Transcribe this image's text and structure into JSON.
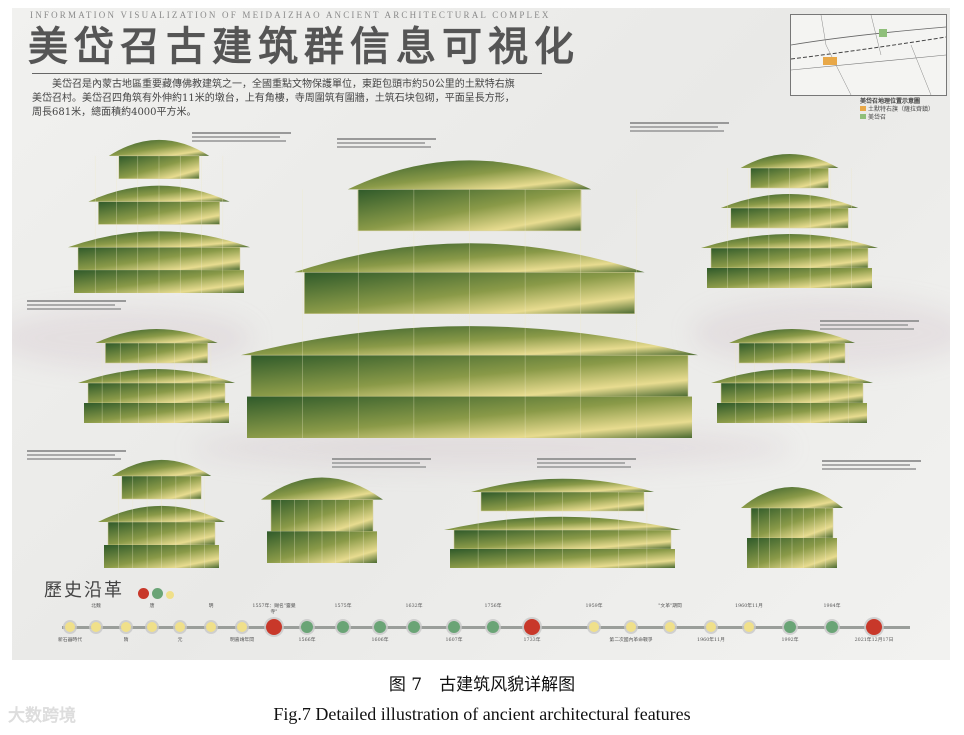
{
  "poster": {
    "subtitle": "INFORMATION VISUALIZATION OF MEIDAIZHAO ANCIENT ARCHITECTURAL COMPLEX",
    "title": "美岱召古建筑群信息可視化",
    "intro": "美岱召是內蒙古地區重要藏傳佛教建筑之一，全國重點文物保護單位，東距包頭市約50公里的土默特右旗美岱召村。美岱召四角筑有外伸約11米的墩台，上有角樓，寺周圍筑有圍牆，土筑石块包砌，平面呈長方形，周長681米，總面積約4000平方米。",
    "map": {
      "legend_title": "美岱召地理位置示意圖",
      "legend_items": [
        {
          "label": "土默特右旗（薩拉齊鎮）",
          "color": "#e8a848"
        },
        {
          "label": "美岱召",
          "color": "#8fbf7a"
        }
      ]
    },
    "colors": {
      "building_dark": "#2f5a2a",
      "building_light": "#d8c878",
      "red": "#c8382a",
      "green": "#6aa476",
      "yellow": "#f0e08a"
    }
  },
  "history": {
    "title": "歷史沿革",
    "events": [
      {
        "label": "新石器時代",
        "color": "yellow",
        "pos": "below"
      },
      {
        "label": "北魏",
        "color": "yellow",
        "pos": "above"
      },
      {
        "label": "隋",
        "color": "yellow",
        "pos": "below"
      },
      {
        "label": "唐",
        "color": "yellow",
        "pos": "above"
      },
      {
        "label": "元",
        "color": "yellow",
        "pos": "below"
      },
      {
        "label": "明",
        "color": "yellow",
        "pos": "above"
      },
      {
        "label": "明嘉靖年間",
        "color": "yellow",
        "pos": "below"
      },
      {
        "label": "1557年：賜名\"靈覺寺\"",
        "color": "red",
        "pos": "above"
      },
      {
        "label": "1566年",
        "color": "green",
        "pos": "below"
      },
      {
        "label": "1575年",
        "color": "green",
        "pos": "above"
      },
      {
        "label": "1606年",
        "color": "green",
        "pos": "below"
      },
      {
        "label": "1632年",
        "color": "green",
        "pos": "above"
      },
      {
        "label": "1607年",
        "color": "green",
        "pos": "below"
      },
      {
        "label": "1756年",
        "color": "green",
        "pos": "above"
      },
      {
        "label": "1733年",
        "color": "red",
        "pos": "below"
      },
      {
        "label": "1959年",
        "color": "yellow",
        "pos": "above"
      },
      {
        "label": "第二次國內革命戰爭",
        "color": "yellow",
        "pos": "below"
      },
      {
        "label": "\"文革\"期間",
        "color": "yellow",
        "pos": "above"
      },
      {
        "label": "1960年11月",
        "color": "yellow",
        "pos": "below"
      },
      {
        "label": "1960年11月",
        "color": "yellow",
        "pos": "above"
      },
      {
        "label": "1992年",
        "color": "green",
        "pos": "below"
      },
      {
        "label": "1984年",
        "color": "green",
        "pos": "above"
      },
      {
        "label": "2021年12月17日",
        "color": "red",
        "pos": "below"
      }
    ]
  },
  "caption": {
    "cn": "图 7　古建筑风貌详解图",
    "en": "Fig.7 Detailed illustration of ancient architectural features"
  },
  "watermark": "大数跨境"
}
